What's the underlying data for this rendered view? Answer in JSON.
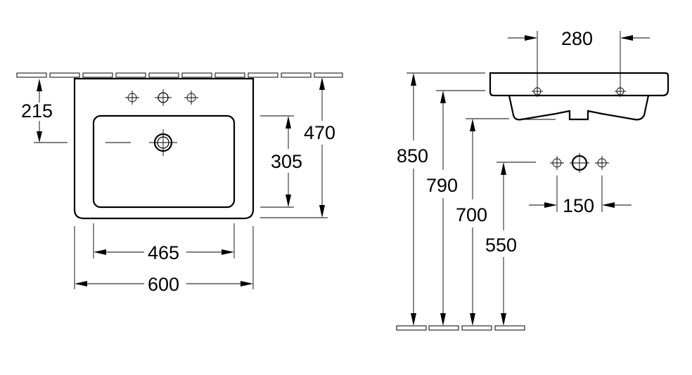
{
  "top_view": {
    "dim_depth_to_taphole": "215",
    "dim_overall_depth": "470",
    "dim_bowl_depth": "305",
    "dim_bowl_width": "465",
    "dim_overall_width": "600"
  },
  "side_view": {
    "dim_fixing_centres": "280",
    "dim_rim_height": "850",
    "dim_fixing_height": "790",
    "dim_waste_height": "700",
    "dim_supply_height": "550",
    "dim_supply_spacing": "150"
  }
}
